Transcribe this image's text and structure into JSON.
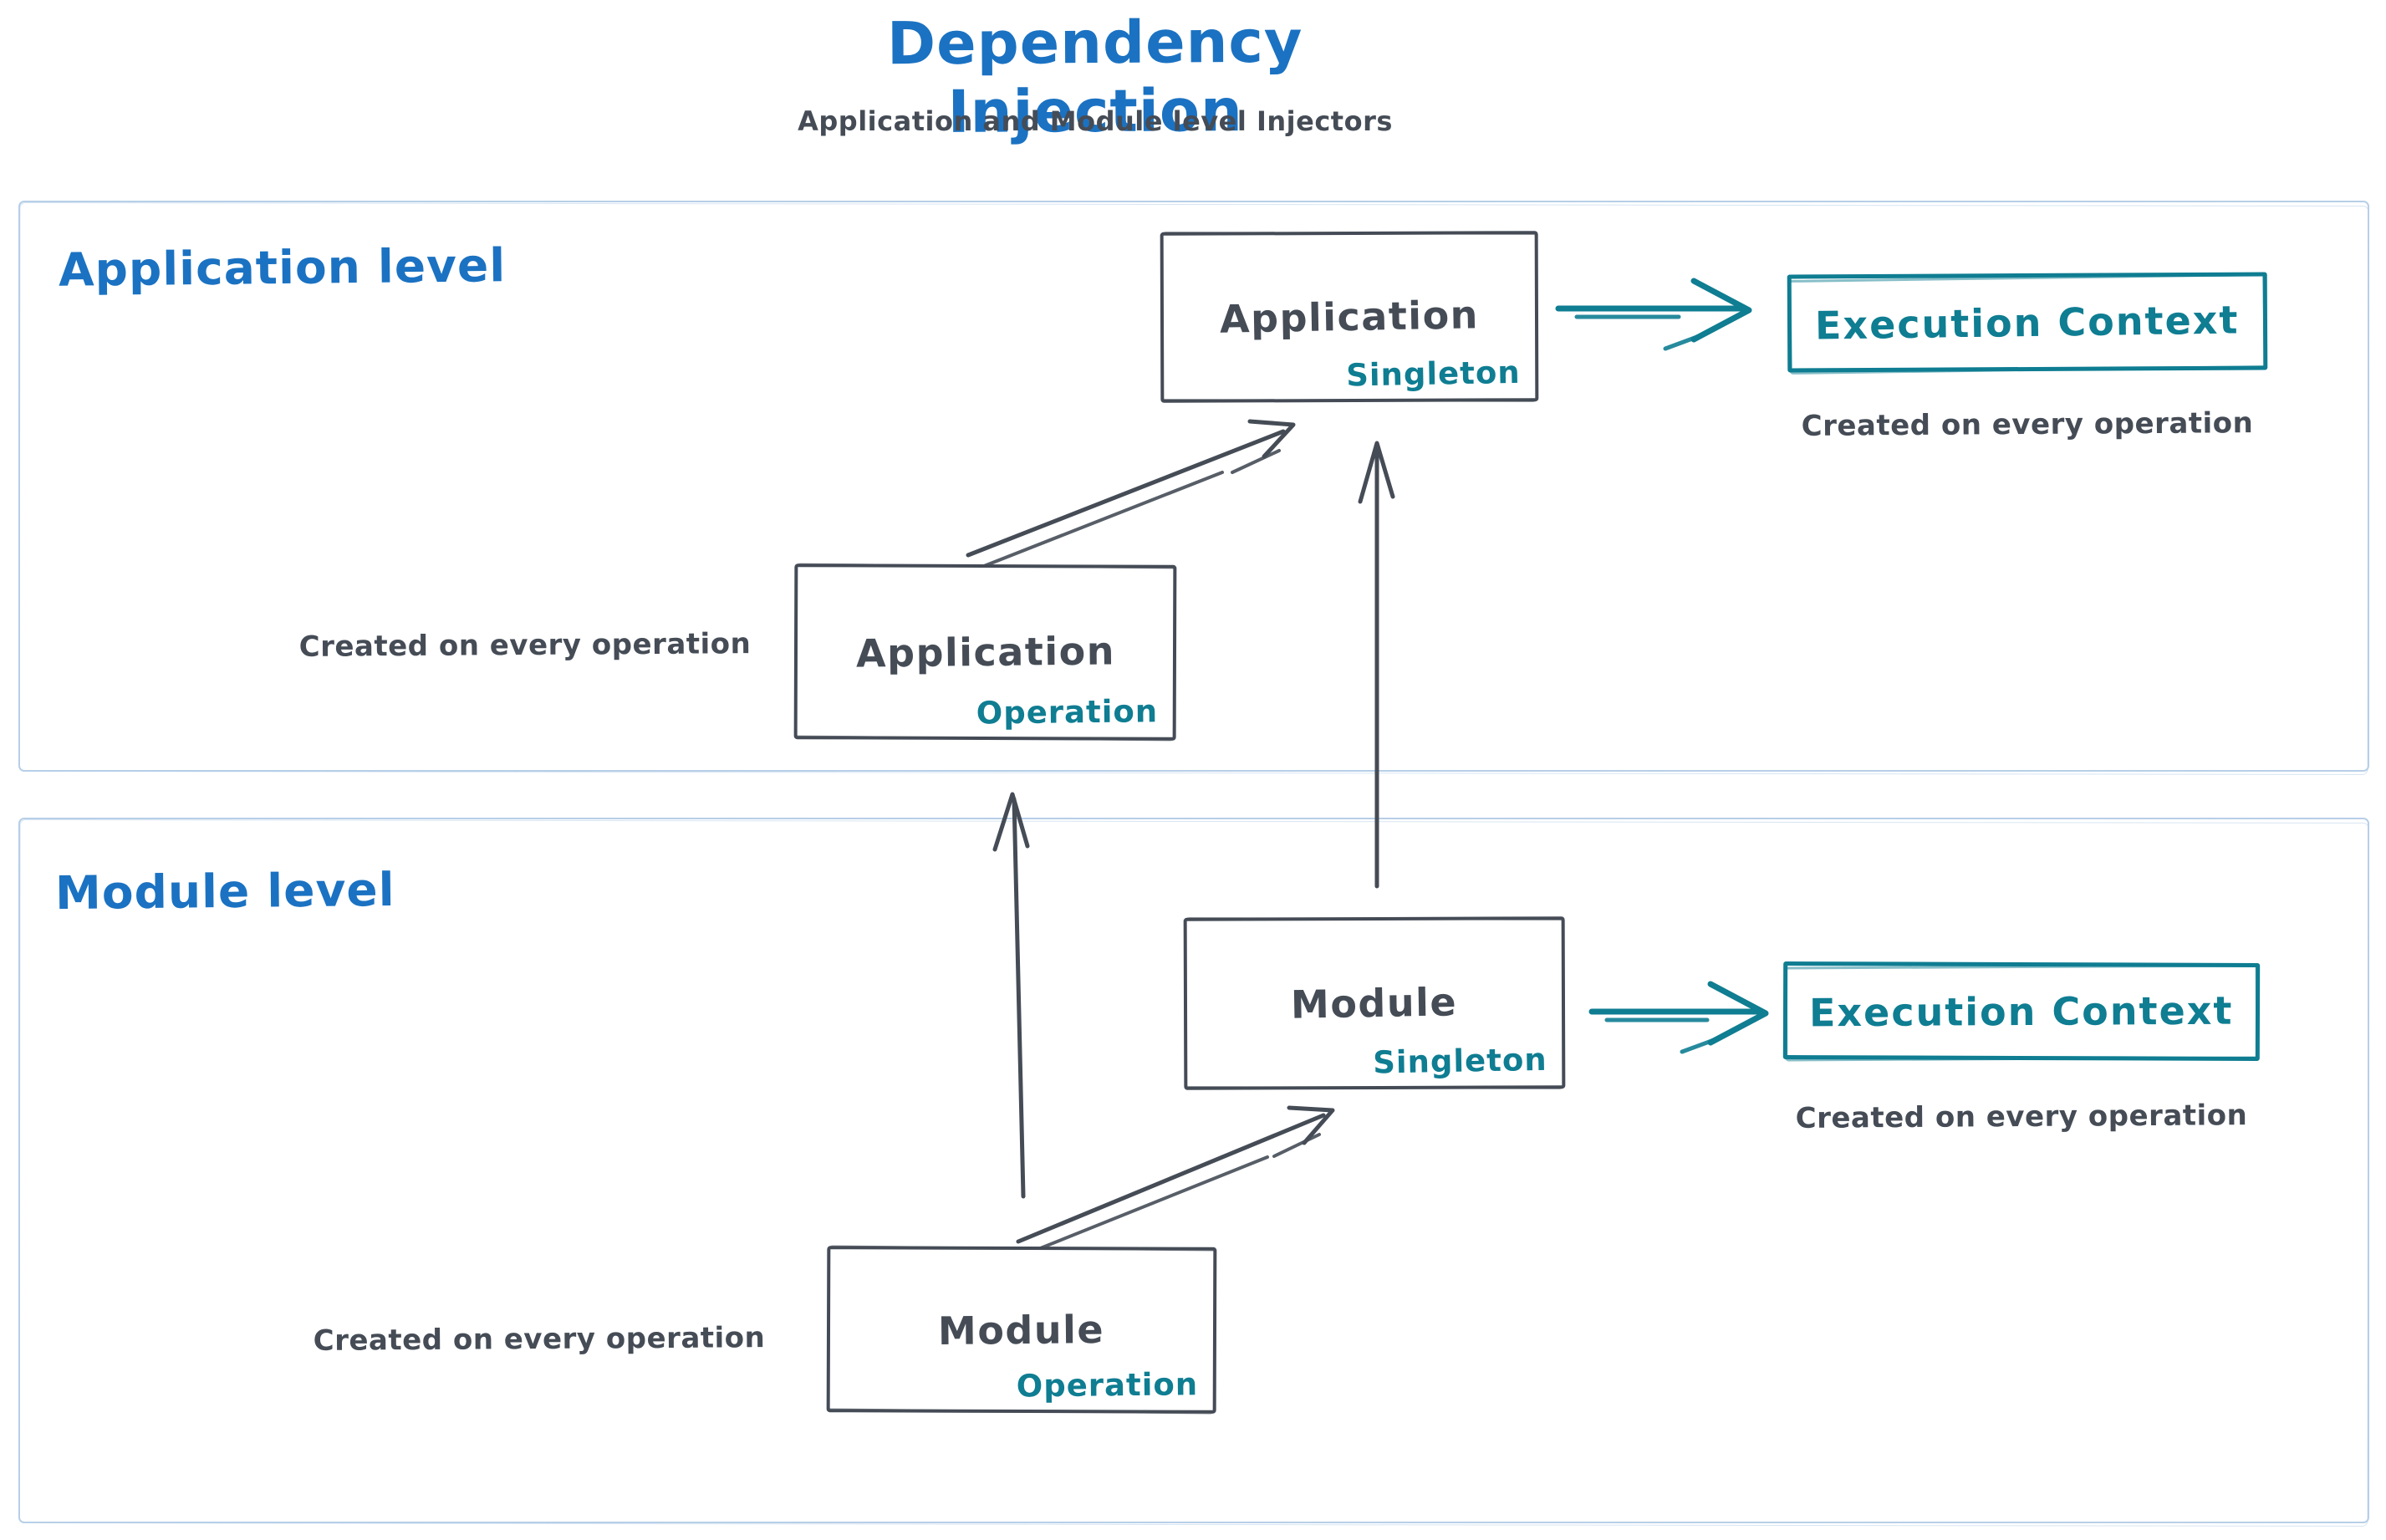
{
  "title": "Dependency Injection",
  "subtitle": "Application and Module level Injectors",
  "colors": {
    "blue": "#1b72c2",
    "teal": "#0f7d92",
    "ink": "#454c56",
    "section_border": "#b7cfe8",
    "background": "#ffffff"
  },
  "sections": {
    "application": {
      "label": "Application level",
      "singleton_box": {
        "title": "Application",
        "tag": "Singleton"
      },
      "operation_box": {
        "title": "Application",
        "tag": "Operation"
      },
      "execution_context": "Execution Context",
      "note_left": "Created on every operation",
      "note_right": "Created on every operation"
    },
    "module": {
      "label": "Module level",
      "singleton_box": {
        "title": "Module",
        "tag": "Singleton"
      },
      "operation_box": {
        "title": "Module",
        "tag": "Operation"
      },
      "execution_context": "Execution Context",
      "note_left": "Created on every operation",
      "note_right": "Created on every operation"
    }
  },
  "arrows": [
    {
      "from": "application-operation",
      "to": "application-singleton"
    },
    {
      "from": "application-singleton",
      "to": "application-execution-context"
    },
    {
      "from": "module-singleton",
      "to": "application-singleton"
    },
    {
      "from": "module-operation",
      "to": "application-operation"
    },
    {
      "from": "module-operation",
      "to": "module-singleton"
    },
    {
      "from": "module-singleton",
      "to": "module-execution-context"
    }
  ]
}
